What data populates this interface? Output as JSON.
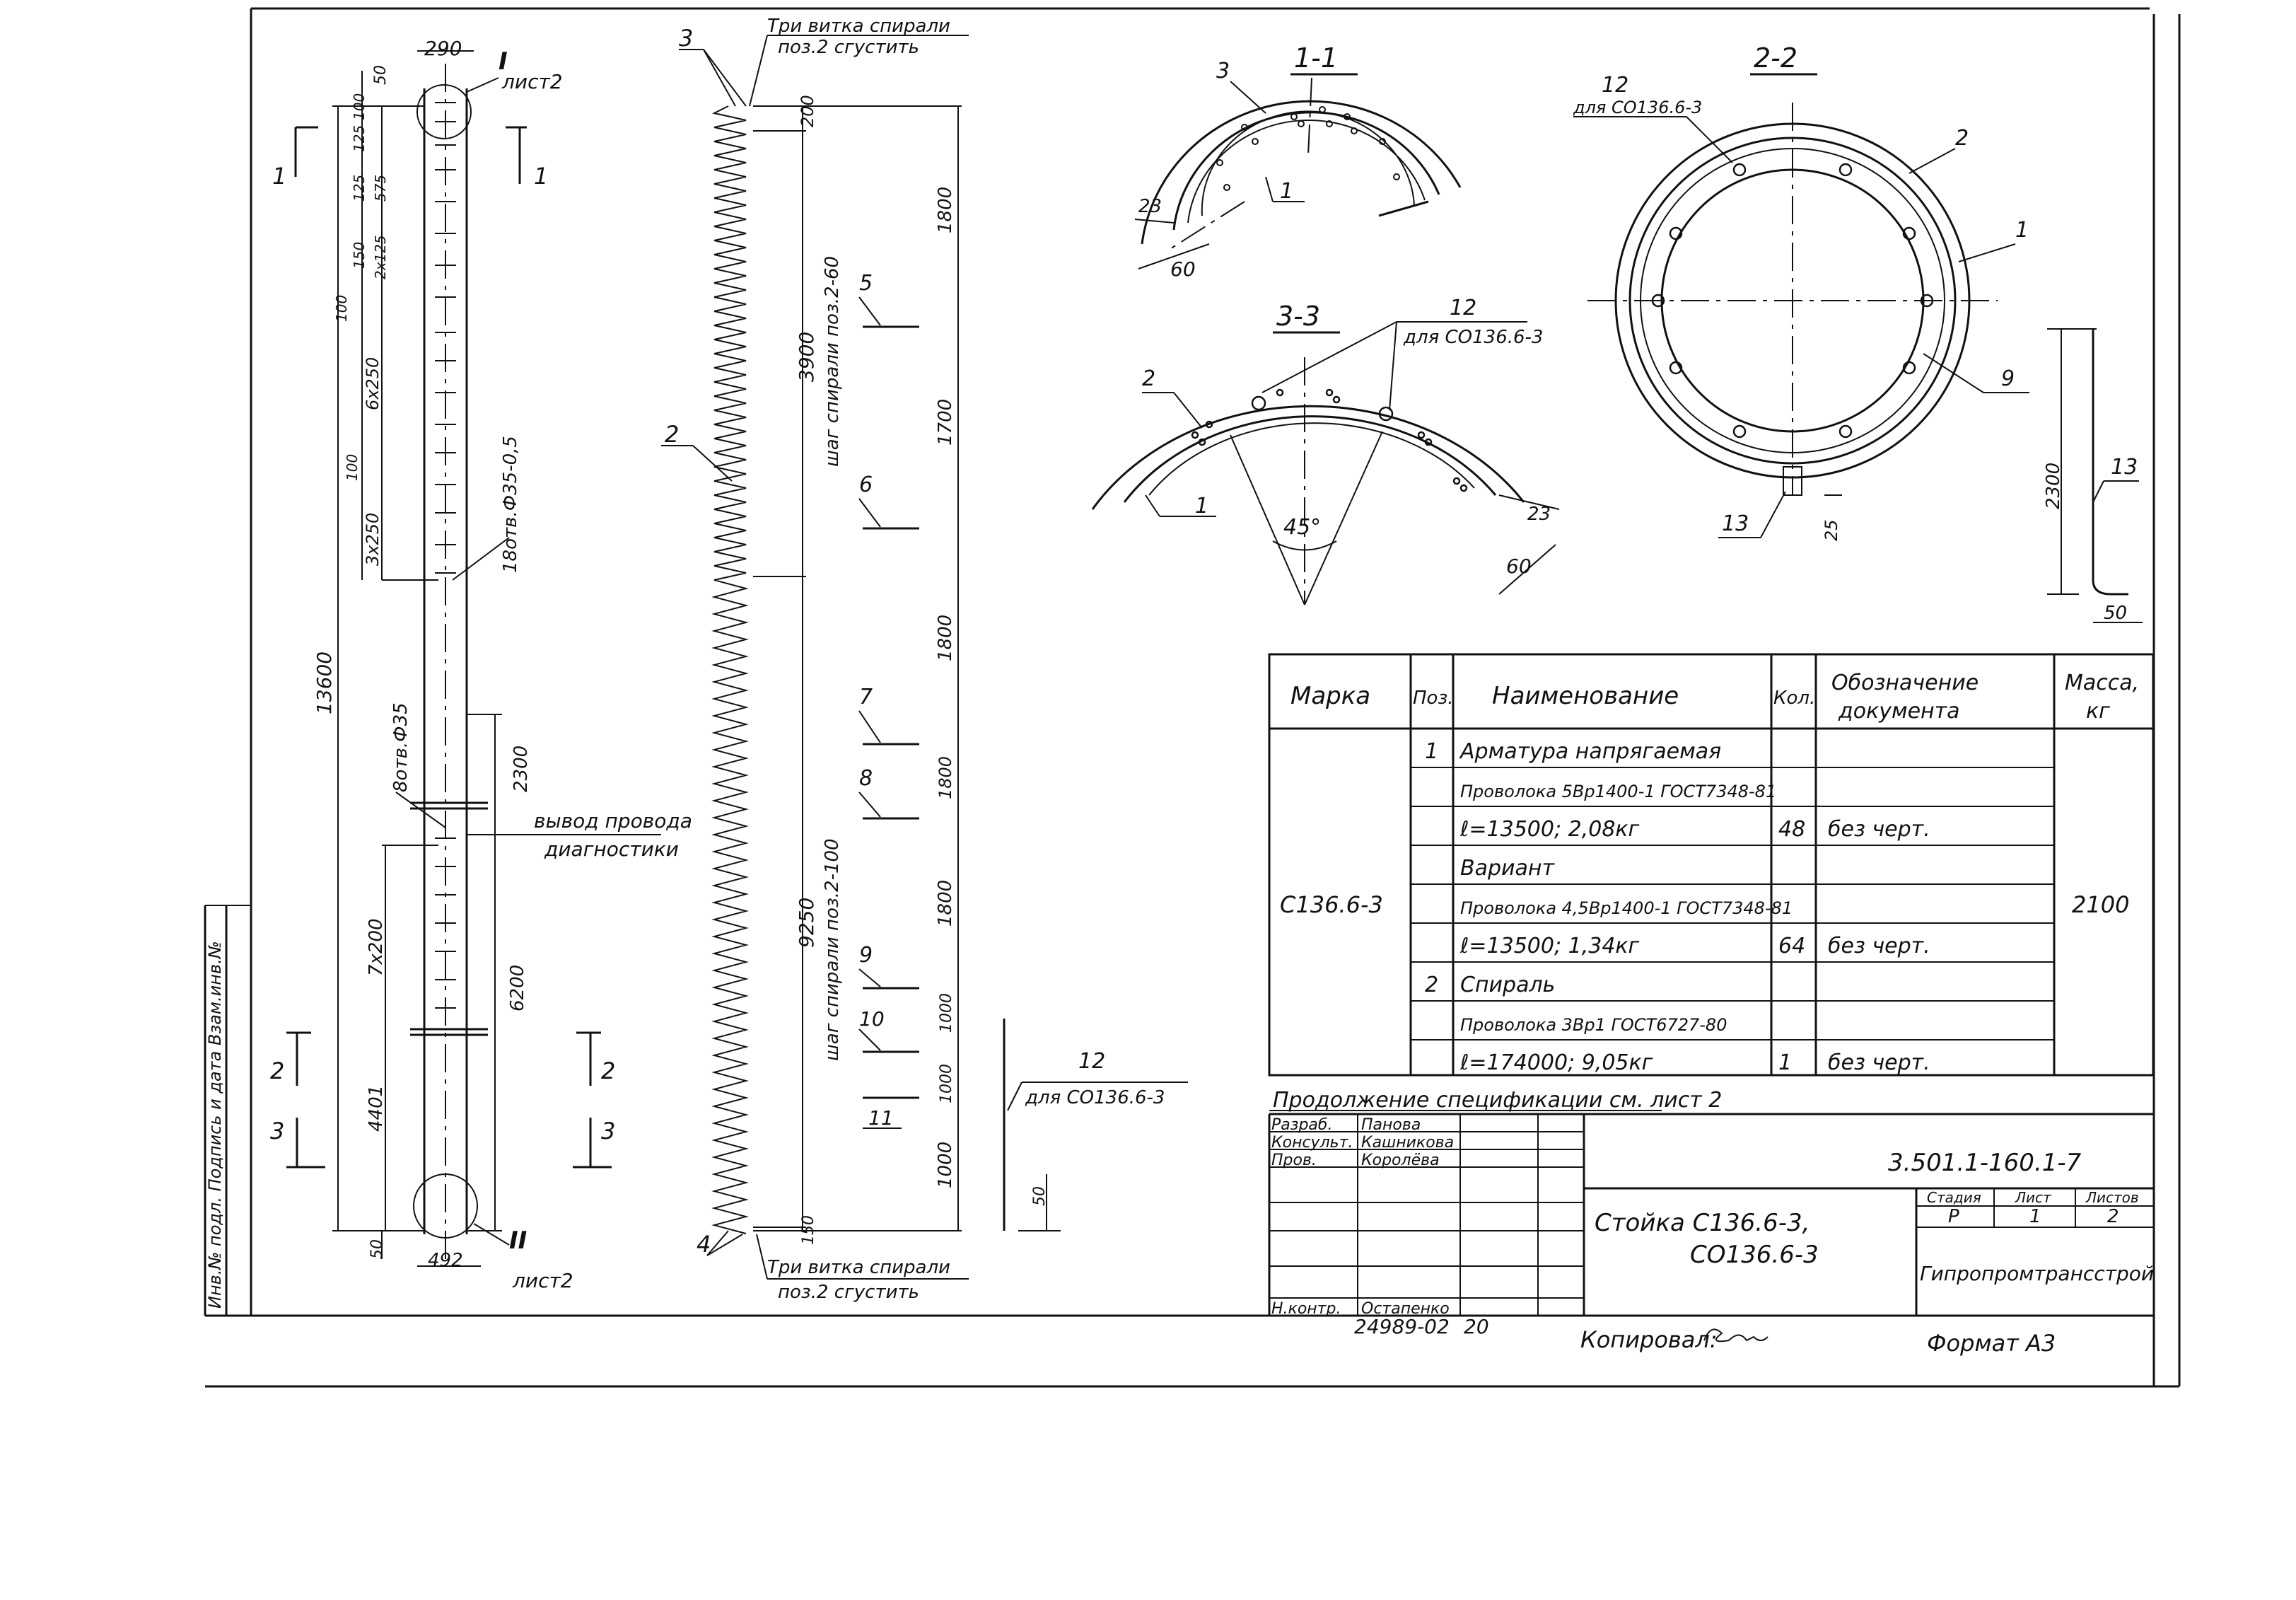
{
  "column": {
    "top_width": "290",
    "bottom_width": "492",
    "total_length": "13600",
    "section_roman_top": "I",
    "section_roman_bottom": "II",
    "sheet_ref_top": "лист2",
    "sheet_ref_bottom": "лист2",
    "dims_top": [
      "50",
      "100",
      "125",
      "125",
      "575",
      "150",
      "100",
      "2х125",
      "6х250",
      "100",
      "3х250"
    ],
    "holes_note": "18отв.Ф35-0,5",
    "hole8_note": "8отв.Ф35",
    "dim_2300": "2300",
    "dim_7x200": "7х200",
    "dim_6200": "6200",
    "dim_4401": "4401",
    "dim_50": "50",
    "wire_note_line1": "вывод провода",
    "wire_note_line2": "диагностики",
    "cut_marks": [
      "1",
      "1",
      "2",
      "2",
      "3",
      "3"
    ]
  },
  "spiral": {
    "note_top_line1": "Три витка спирали",
    "note_top_line2": "поз.2 сгустить",
    "note_bottom_line1": "Три витка спирали",
    "note_bottom_line2": "поз.2 сгустить",
    "pos_3": "3",
    "pos_2": "2",
    "pos_4": "4",
    "dim_200": "200",
    "dim_3900": "3900",
    "dim_9250": "9250",
    "dim_150": "150",
    "pitch_60": "шаг спирали поз.2-60",
    "pitch_100": "шаг спирали поз.2-100",
    "spacings": [
      "1800",
      "1700",
      "1800",
      "1800",
      "1800",
      "1000",
      "1000",
      "1000"
    ],
    "positions": [
      "5",
      "6",
      "7",
      "8",
      "9",
      "10",
      "11"
    ],
    "item12_label": "12",
    "item12_note": "для СО136.6-3",
    "dim_50": "50"
  },
  "section_1_1": {
    "title": "1-1",
    "labels": [
      "3",
      "1"
    ],
    "dim_23": "23",
    "dim_60": "60"
  },
  "section_3_3": {
    "title": "3-3",
    "labels": [
      "2",
      "1"
    ],
    "item12_label": "12",
    "item12_note": "для СО136.6-3",
    "angle": "45°",
    "dim_23": "23",
    "dim_60": "60"
  },
  "section_2_2": {
    "title": "2-2",
    "item12_label": "12",
    "item12_note": "для СО136.6-3",
    "labels": [
      "2",
      "1",
      "9",
      "13"
    ],
    "dim_25": "25"
  },
  "detail_13": {
    "label": "13",
    "dim_height": "2300",
    "dim_width": "50"
  },
  "spec_table": {
    "headers": [
      "Марка",
      "Поз.",
      "Наименование",
      "Кол.",
      "Обозначение документа",
      "Масса, кг"
    ],
    "mark": "С136.6-3",
    "mass": "2100",
    "rows": [
      {
        "pos": "1",
        "name": "Арматура напрягаемая",
        "qty": "",
        "doc": ""
      },
      {
        "pos": "",
        "name": "Проволока 5Вр1400-1 ГОСТ7348-81",
        "qty": "",
        "doc": ""
      },
      {
        "pos": "",
        "name": "ℓ=13500; 2,08кг",
        "qty": "48",
        "doc": "без черт."
      },
      {
        "pos": "",
        "name": "Вариант",
        "qty": "",
        "doc": ""
      },
      {
        "pos": "",
        "name": "Проволока 4,5Вр1400-1 ГОСТ7348-81",
        "qty": "",
        "doc": ""
      },
      {
        "pos": "",
        "name": "ℓ=13500; 1,34кг",
        "qty": "64",
        "doc": "без черт."
      },
      {
        "pos": "2",
        "name": "Спираль",
        "qty": "",
        "doc": ""
      },
      {
        "pos": "",
        "name": "Проволока 3Вр1 ГОСТ6727-80",
        "qty": "",
        "doc": ""
      },
      {
        "pos": "",
        "name": "ℓ=174000; 9,05кг",
        "qty": "1",
        "doc": "без черт."
      }
    ],
    "continuation": "Продолжение спецификации см. лист 2"
  },
  "title_block": {
    "doc_number": "3.501.1-160.1-7",
    "title_line1": "Стойка С136.6-3,",
    "title_line2": "СО136.6-3",
    "stage_header": "Стадия",
    "sheet_header": "Лист",
    "sheets_header": "Листов",
    "stage": "Р",
    "sheet": "1",
    "sheets": "2",
    "org": "Гипропромтрансстрой",
    "roles": [
      {
        "role": "Разраб.",
        "name": "Панова"
      },
      {
        "role": "Консульт.",
        "name": "Кашникова"
      },
      {
        "role": "Пров.",
        "name": "Королёва"
      },
      {
        "role": "",
        "name": ""
      },
      {
        "role": "",
        "name": ""
      },
      {
        "role": "Н.контр.",
        "name": "Остапенко"
      }
    ],
    "inventory": "24989-02",
    "inventory_sheet": "20",
    "copied_by": "Копировал:",
    "format": "Формат А3"
  },
  "side_strip": {
    "text": "Инв.№ подл. Подпись и дата Взам.инв.№"
  }
}
